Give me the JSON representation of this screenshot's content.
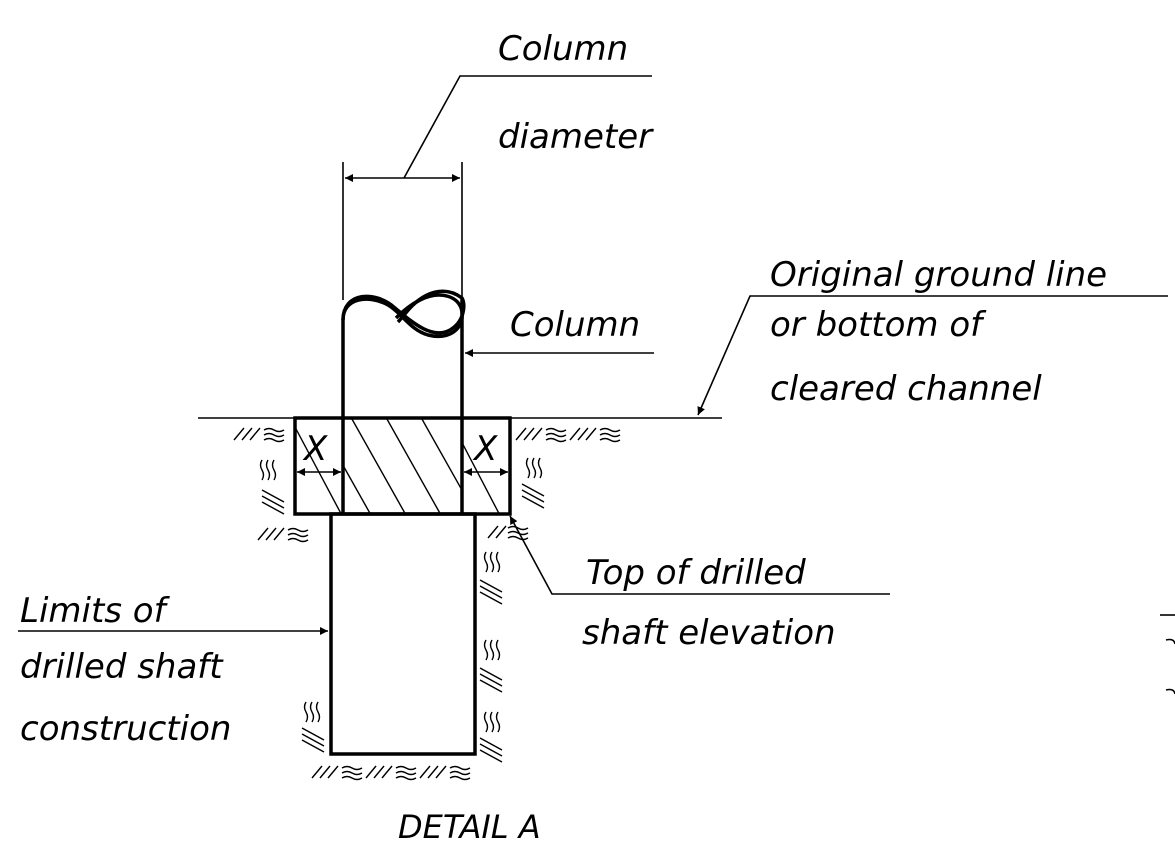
{
  "labels": {
    "column_diameter_line1": "Column",
    "column_diameter_line2": "diameter",
    "column": "Column",
    "ground_line1": "Original ground line",
    "ground_line2": "or bottom of",
    "ground_line3": "cleared channel",
    "x_left": "X",
    "x_right": "X",
    "top_shaft_line1": "Top of drilled",
    "top_shaft_line2": "shaft elevation",
    "limits_line1": "Limits of",
    "limits_line2": "drilled shaft",
    "limits_line3": "construction",
    "detail_title": "DETAIL A"
  },
  "colors": {
    "ink": "#000000",
    "background": "#ffffff"
  }
}
